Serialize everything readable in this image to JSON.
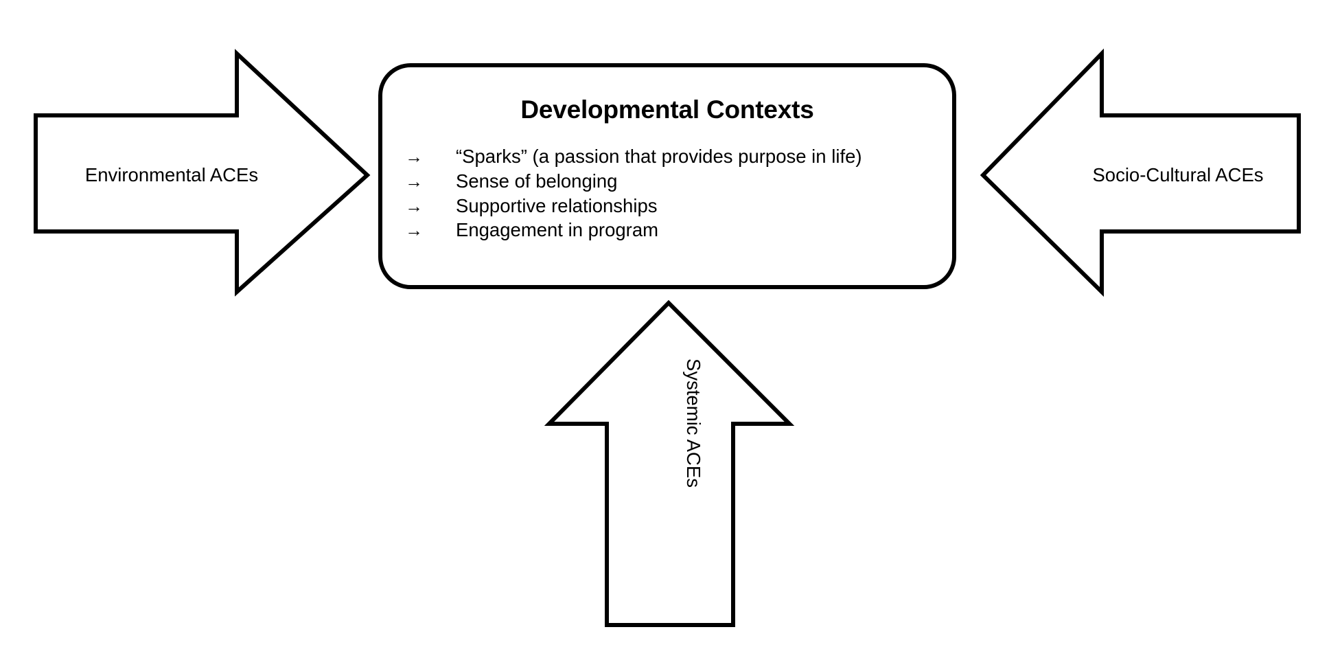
{
  "diagram": {
    "type": "influence-diagram",
    "background_color": "#ffffff",
    "stroke_color": "#000000",
    "center_panel": {
      "title": "Developmental Contexts",
      "bullet_marker": "right-arrow",
      "bullet_marker_glyph": "→",
      "bullets": [
        "“Sparks” (a passion that provides purpose in life)",
        "Sense of belonging",
        "Supportive relationships",
        "Engagement in program"
      ]
    },
    "arrows": [
      {
        "id": "left-arrow",
        "label": "Environmental ACEs",
        "direction": "right",
        "points_to": "center_panel"
      },
      {
        "id": "right-arrow",
        "label": "Socio-Cultural ACEs",
        "direction": "left",
        "points_to": "center_panel"
      },
      {
        "id": "bottom-arrow",
        "label": "Systemic ACEs",
        "direction": "up",
        "points_to": "center_panel",
        "label_rotation_deg": 90
      }
    ]
  }
}
